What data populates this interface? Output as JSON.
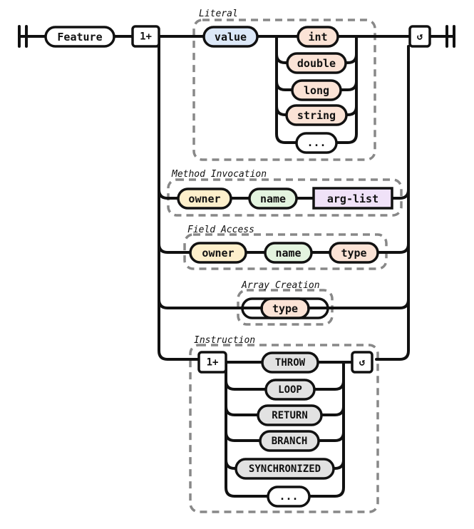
{
  "diagram": {
    "start_node": "Feature",
    "repeat_label": "1+",
    "loop_symbol": "↺",
    "groups": {
      "literal": {
        "label": "Literal",
        "value_node": "value",
        "types": [
          "int",
          "double",
          "long",
          "string",
          "..."
        ]
      },
      "method_invocation": {
        "label": "Method Invocation",
        "nodes": [
          "owner",
          "name",
          "arg-list"
        ]
      },
      "field_access": {
        "label": "Field Access",
        "nodes": [
          "owner",
          "name",
          "type"
        ]
      },
      "array_creation": {
        "label": "Array Creation",
        "nodes": [
          "type"
        ]
      },
      "instruction": {
        "label": "Instruction",
        "repeat_label": "1+",
        "loop_symbol": "↺",
        "nodes": [
          "THROW",
          "LOOP",
          "RETURN",
          "BRANCH",
          "SYNCHRONIZED",
          "..."
        ]
      }
    },
    "colors": {
      "line": "#111111",
      "group_border": "#888888",
      "value_fill": "#dce8f8",
      "literal_type_fill": "#fbe3d6",
      "owner_fill": "#fdefcb",
      "name_fill": "#e3f4df",
      "arg_list_fill": "#f0e2f8",
      "field_type_fill": "#fbe3d6",
      "instruction_fill": "#e2e2e2",
      "plain_fill": "#ffffff"
    }
  }
}
